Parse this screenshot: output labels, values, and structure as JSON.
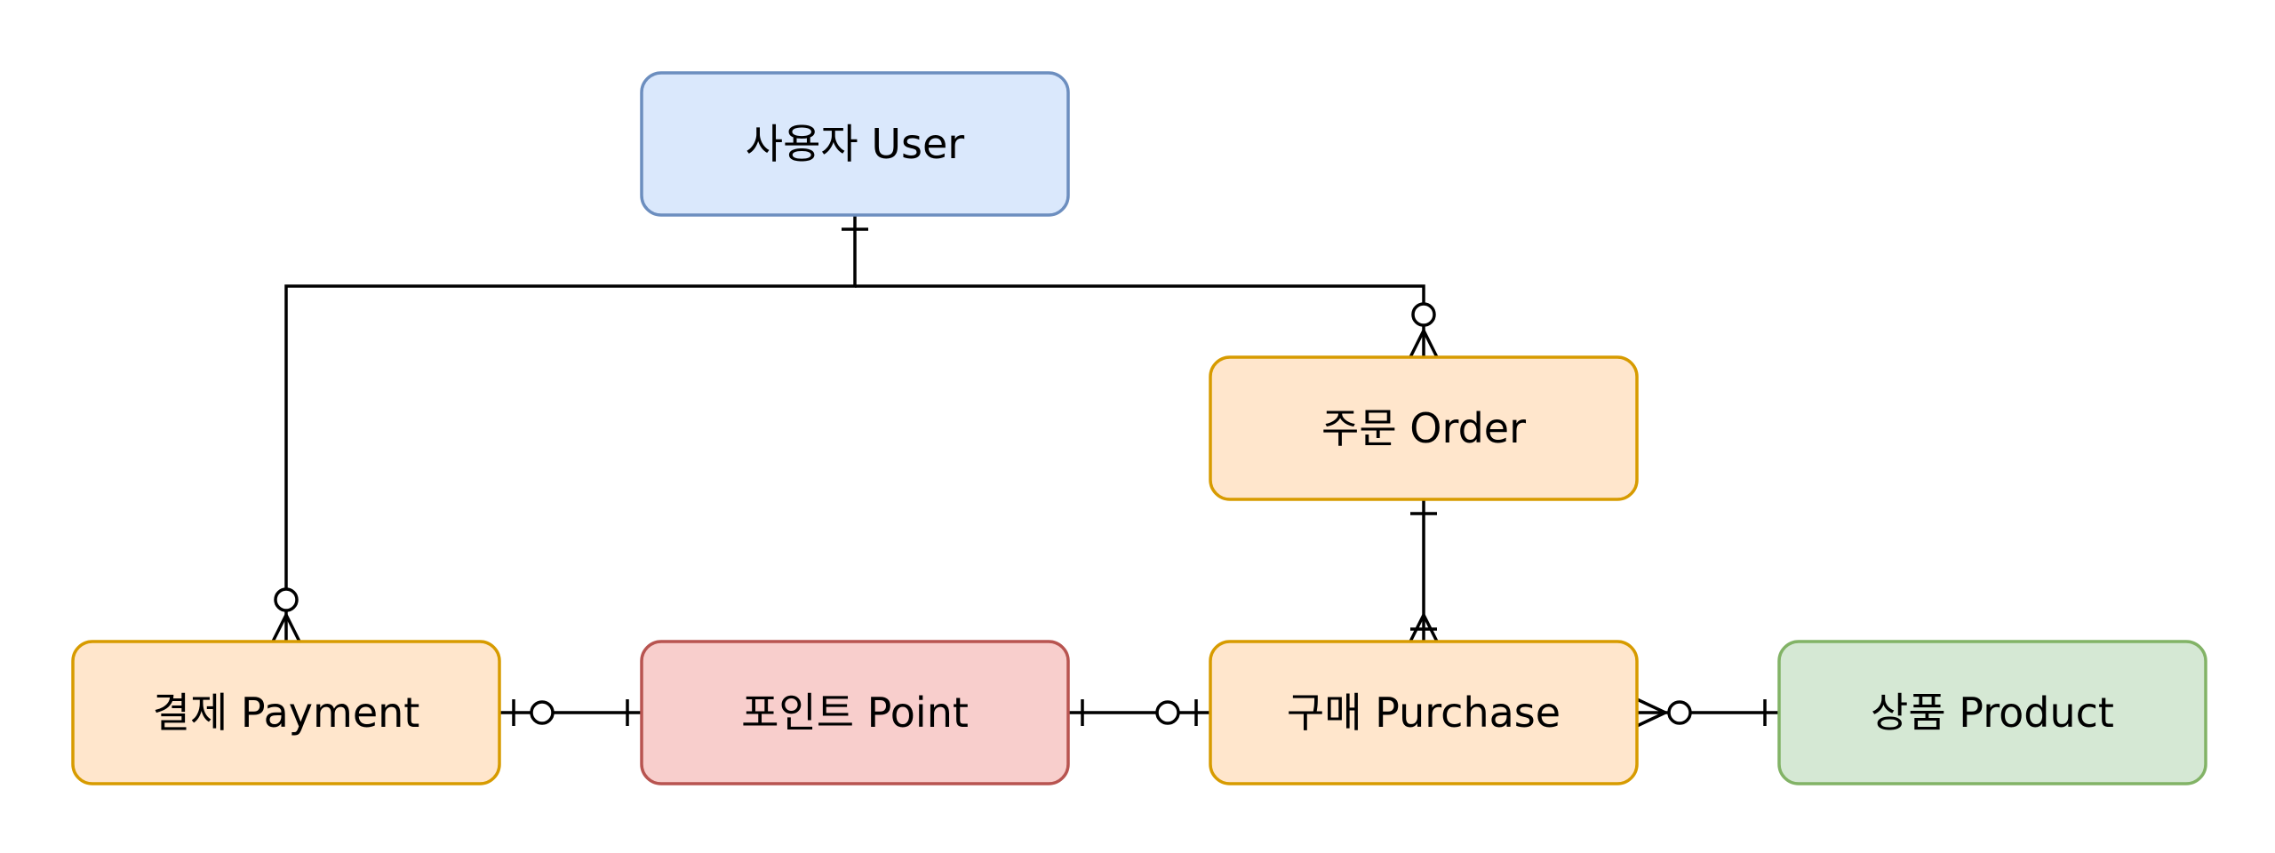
{
  "entities": {
    "user": {
      "label": "사용자 User",
      "fill": "#dae8fc",
      "stroke": "#6c8ebf"
    },
    "order": {
      "label": "주문 Order",
      "fill": "#ffe6cc",
      "stroke": "#d79b00"
    },
    "payment": {
      "label": "결제 Payment",
      "fill": "#ffe6cc",
      "stroke": "#d79b00"
    },
    "point": {
      "label": "포인트 Point",
      "fill": "#f8cecc",
      "stroke": "#b85450"
    },
    "purchase": {
      "label": "구매 Purchase",
      "fill": "#ffe6cc",
      "stroke": "#d79b00"
    },
    "product": {
      "label": "상품 Product",
      "fill": "#d5e8d4",
      "stroke": "#82b366"
    }
  },
  "relationships": [
    {
      "from": "user",
      "to": "payment",
      "from_cardinality": "one",
      "to_cardinality": "zero-or-many"
    },
    {
      "from": "user",
      "to": "order",
      "from_cardinality": "one",
      "to_cardinality": "zero-or-many"
    },
    {
      "from": "order",
      "to": "purchase",
      "from_cardinality": "one",
      "to_cardinality": "one-or-many"
    },
    {
      "from": "payment",
      "to": "point",
      "from_cardinality": "zero-or-one",
      "to_cardinality": "one"
    },
    {
      "from": "point",
      "to": "purchase",
      "from_cardinality": "one",
      "to_cardinality": "zero-or-one"
    },
    {
      "from": "purchase",
      "to": "product",
      "from_cardinality": "zero-or-many",
      "to_cardinality": "one"
    }
  ]
}
